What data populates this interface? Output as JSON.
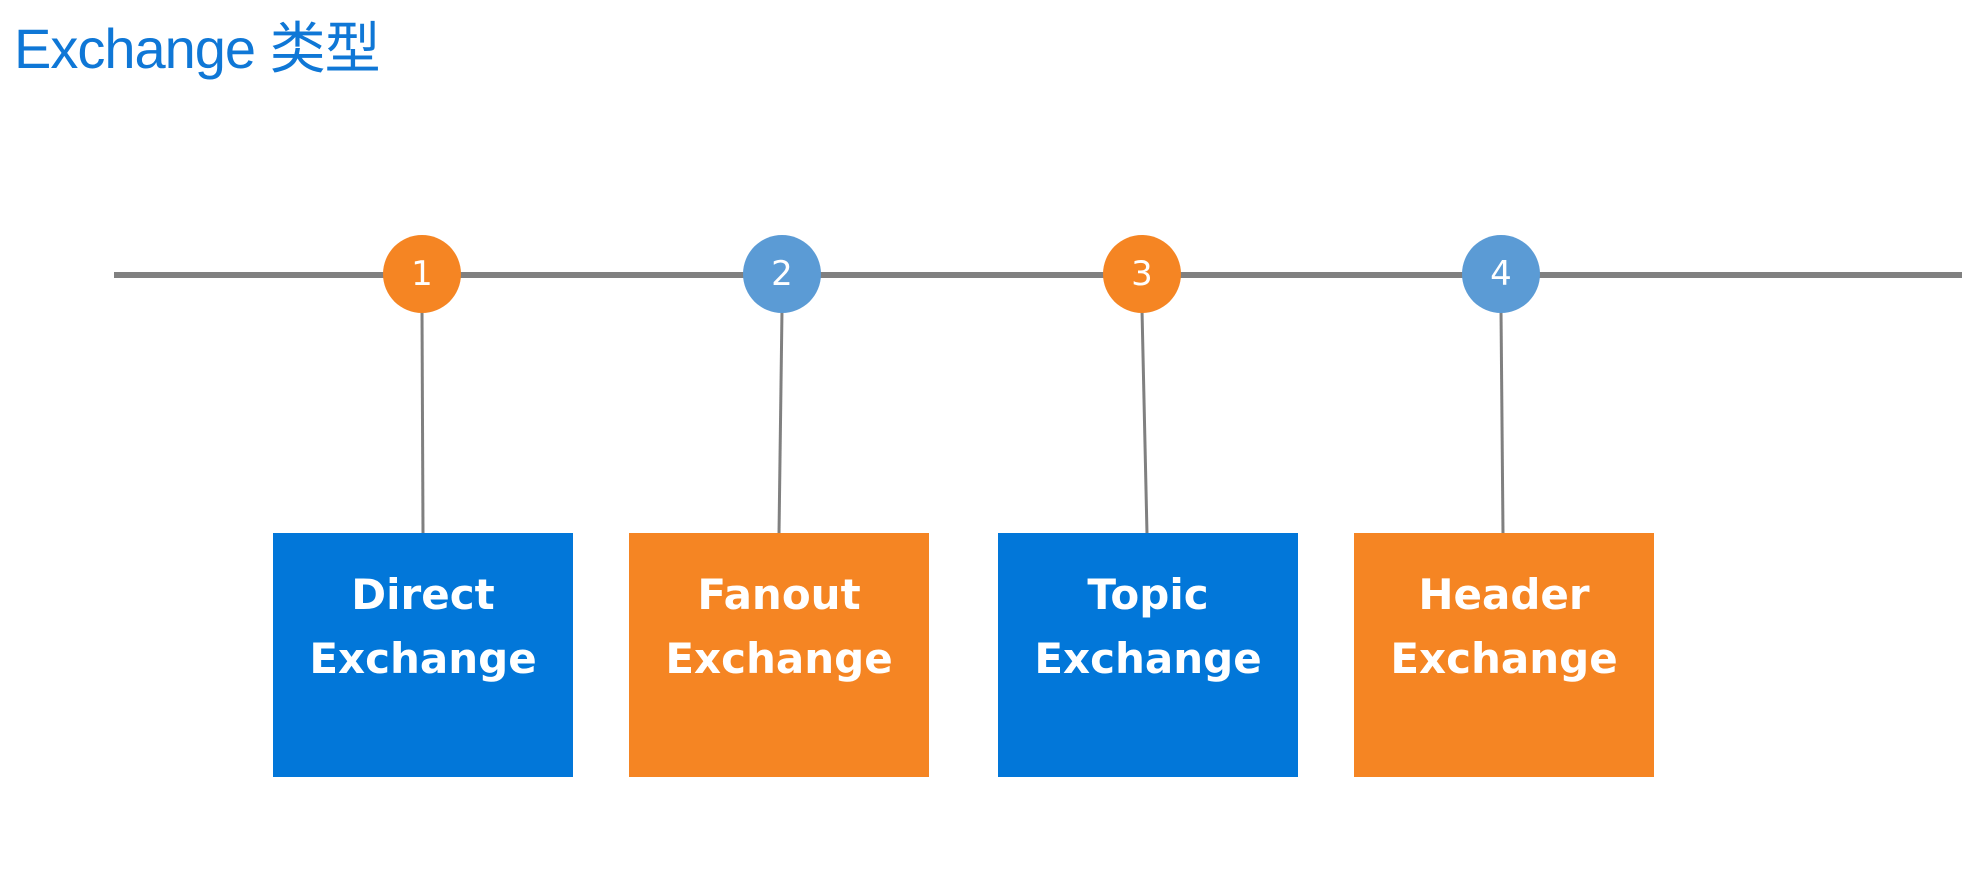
{
  "title": "Exchange 类型",
  "colors": {
    "blue": "#0277D9",
    "orange": "#F58523",
    "light_blue": "#5B9BD5",
    "line": "#808080",
    "title": "#0F77D6"
  },
  "markers": [
    {
      "number": "1",
      "color": "#F58523"
    },
    {
      "number": "2",
      "color": "#5B9BD5"
    },
    {
      "number": "3",
      "color": "#F58523"
    },
    {
      "number": "4",
      "color": "#5B9BD5"
    }
  ],
  "boxes": [
    {
      "line1": "Direct",
      "line2": "Exchange",
      "color": "#0277D9"
    },
    {
      "line1": "Fanout",
      "line2": "Exchange",
      "color": "#F58523"
    },
    {
      "line1": "Topic",
      "line2": "Exchange",
      "color": "#0277D9"
    },
    {
      "line1": "Header",
      "line2": "Exchange",
      "color": "#F58523"
    }
  ]
}
